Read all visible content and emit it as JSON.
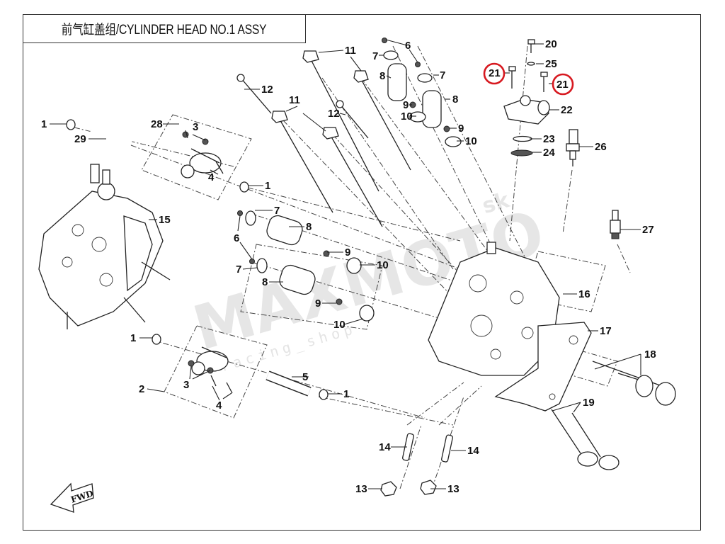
{
  "title": "前气缸盖组/CYLINDER HEAD NO.1 ASSY",
  "watermark": {
    "brand": "MAXMOTO",
    "suffix": "sk",
    "tagline": "racing_shop"
  },
  "fwd_label": "FWD",
  "highlight_color": "#d71920",
  "highlighted_part": "21",
  "callouts": [
    {
      "id": "c1a",
      "num": "1"
    },
    {
      "id": "c1b",
      "num": "1"
    },
    {
      "id": "c1c",
      "num": "1"
    },
    {
      "id": "c1d",
      "num": "1"
    },
    {
      "id": "c2",
      "num": "2"
    },
    {
      "id": "c3a",
      "num": "3"
    },
    {
      "id": "c3b",
      "num": "3"
    },
    {
      "id": "c4a",
      "num": "4"
    },
    {
      "id": "c4b",
      "num": "4"
    },
    {
      "id": "c5",
      "num": "5"
    },
    {
      "id": "c6a",
      "num": "6"
    },
    {
      "id": "c6b",
      "num": "6"
    },
    {
      "id": "c7a",
      "num": "7"
    },
    {
      "id": "c7b",
      "num": "7"
    },
    {
      "id": "c7c",
      "num": "7"
    },
    {
      "id": "c7d",
      "num": "7"
    },
    {
      "id": "c8a",
      "num": "8"
    },
    {
      "id": "c8b",
      "num": "8"
    },
    {
      "id": "c8c",
      "num": "8"
    },
    {
      "id": "c8d",
      "num": "8"
    },
    {
      "id": "c9a",
      "num": "9"
    },
    {
      "id": "c9b",
      "num": "9"
    },
    {
      "id": "c9c",
      "num": "9"
    },
    {
      "id": "c9d",
      "num": "9"
    },
    {
      "id": "c10a",
      "num": "10"
    },
    {
      "id": "c10b",
      "num": "10"
    },
    {
      "id": "c10c",
      "num": "10"
    },
    {
      "id": "c10d",
      "num": "10"
    },
    {
      "id": "c11a",
      "num": "11"
    },
    {
      "id": "c11b",
      "num": "11"
    },
    {
      "id": "c12a",
      "num": "12"
    },
    {
      "id": "c12b",
      "num": "12"
    },
    {
      "id": "c13a",
      "num": "13"
    },
    {
      "id": "c13b",
      "num": "13"
    },
    {
      "id": "c14a",
      "num": "14"
    },
    {
      "id": "c14b",
      "num": "14"
    },
    {
      "id": "c15",
      "num": "15"
    },
    {
      "id": "c16",
      "num": "16"
    },
    {
      "id": "c17",
      "num": "17"
    },
    {
      "id": "c18",
      "num": "18"
    },
    {
      "id": "c19",
      "num": "19"
    },
    {
      "id": "c20",
      "num": "20"
    },
    {
      "id": "c21a",
      "num": "21"
    },
    {
      "id": "c21b",
      "num": "21"
    },
    {
      "id": "c22",
      "num": "22"
    },
    {
      "id": "c23",
      "num": "23"
    },
    {
      "id": "c24",
      "num": "24"
    },
    {
      "id": "c25",
      "num": "25"
    },
    {
      "id": "c26",
      "num": "26"
    },
    {
      "id": "c27",
      "num": "27"
    },
    {
      "id": "c28",
      "num": "28"
    },
    {
      "id": "c29",
      "num": "29"
    }
  ]
}
